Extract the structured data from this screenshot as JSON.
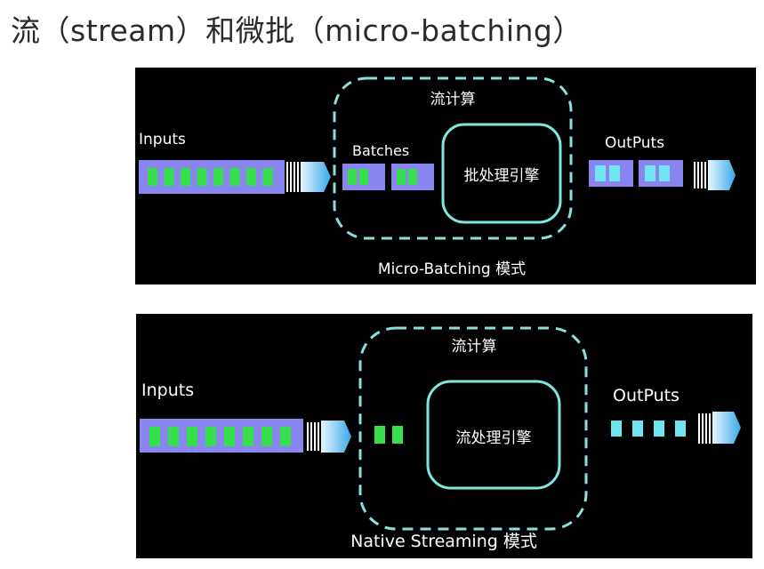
{
  "page": {
    "title": "流（stream）和微批（micro-batching）"
  },
  "panel_top": {
    "compute_label": "流计算",
    "inputs_label": "Inputs",
    "batches_label": "Batches",
    "engine_label": "批处理引擎",
    "outputs_label": "OutPuts",
    "mode_label": "Micro-Batching 模式",
    "input_cells": 8,
    "batch_groups": 2,
    "output_groups": 2
  },
  "panel_bottom": {
    "compute_label": "流计算",
    "inputs_label": "Inputs",
    "engine_label": "流处理引擎",
    "outputs_label": "OutPuts",
    "mode_label": "Native Streaming 模式",
    "input_cells": 8,
    "stream_items": 2,
    "output_items": 4
  },
  "colors": {
    "background": "#000000",
    "input_bar": "#8a86f0",
    "green_cell": "#35e04a",
    "cyan_cell": "#6fe6f2",
    "dashed_border": "#8ae0dc",
    "engine_border": "#7fe7e0",
    "arrow_light": "#c8ecff",
    "arrow_dark": "#3aa8e8",
    "text": "#ffffff"
  }
}
